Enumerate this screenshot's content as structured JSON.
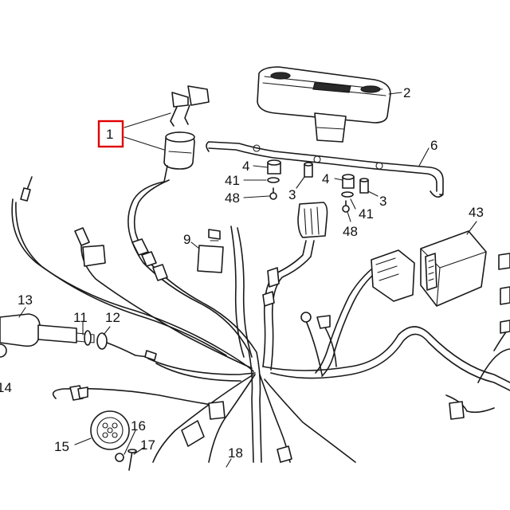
{
  "diagram": {
    "callouts": [
      "1",
      "2",
      "6",
      "4",
      "3",
      "41",
      "48",
      "4",
      "3",
      "41",
      "48",
      "43",
      "9",
      "13",
      "11",
      "12",
      "14",
      "15",
      "16",
      "17",
      "18"
    ],
    "highlight_color": "#e00000",
    "highlighted_callout": "1"
  }
}
